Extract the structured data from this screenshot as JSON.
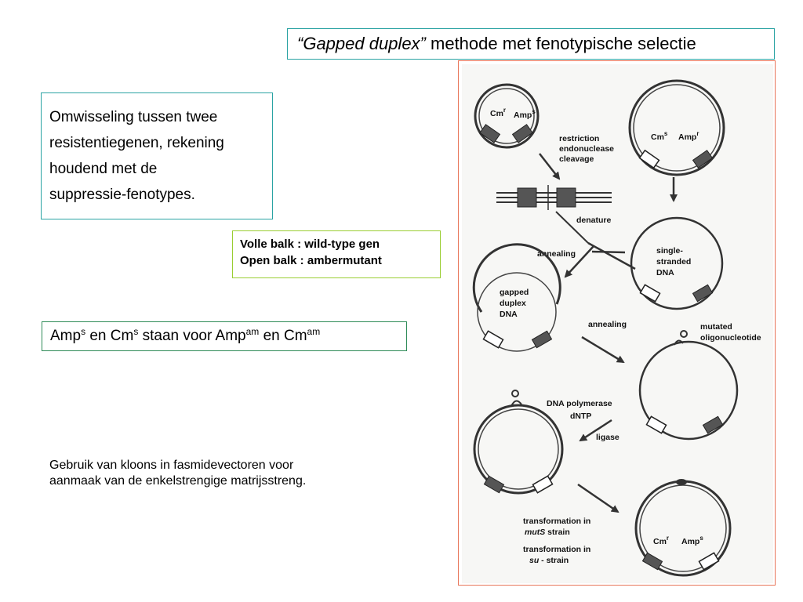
{
  "title": {
    "italic": "“Gapped duplex”",
    "rest": " methode met fenotypische selectie"
  },
  "intro": {
    "lines": [
      "Omwisseling tussen twee",
      "resistentiegenen, rekening",
      "houdend met de",
      "suppressie-fenotypes."
    ]
  },
  "legend": {
    "line1": "Volle balk : wild-type gen",
    "line2": "Open balk : ambermutant"
  },
  "amp_statement": {
    "amp": "Amp",
    "s1": "s",
    "en1": " en Cm",
    "s2": "s",
    "mid": " staan voor  Amp",
    "am1": "am",
    "en2": "  en Cm",
    "am2": "am"
  },
  "note": {
    "line1": "Gebruik van kloons in fasmidevectoren voor",
    "line2": "aanmaak van de enkelstrengige matrijsstreng."
  },
  "figure": {
    "plasmid1": {
      "cm": "Cm",
      "cm_sup": "r",
      "amp": "Amp",
      "amp_sup": "s"
    },
    "plasmid2": {
      "cm": "Cm",
      "cm_sup": "s",
      "amp": "Amp",
      "amp_sup": "r"
    },
    "plasmid_final": {
      "cm": "Cm",
      "cm_sup": "r",
      "amp": "Amp",
      "amp_sup": "s"
    },
    "step_restriction": [
      "restriction",
      "endonuclease",
      "cleavage"
    ],
    "step_denature": "denature",
    "step_annealing_1": "annealing",
    "single_stranded": [
      "single-",
      "stranded",
      "DNA"
    ],
    "gapped_duplex": [
      "gapped",
      "duplex",
      "DNA"
    ],
    "step_annealing_2": "annealing",
    "mutated_oligo": [
      "mutated",
      "oligonucleotide"
    ],
    "dna_polymerase": [
      "DNA polymerase",
      "dNTP"
    ],
    "ligase": "ligase",
    "transformation_muts": [
      "transformation  in",
      "mutS",
      " strain"
    ],
    "transformation_su": [
      "transformation  in",
      "su",
      " -  strain"
    ]
  }
}
